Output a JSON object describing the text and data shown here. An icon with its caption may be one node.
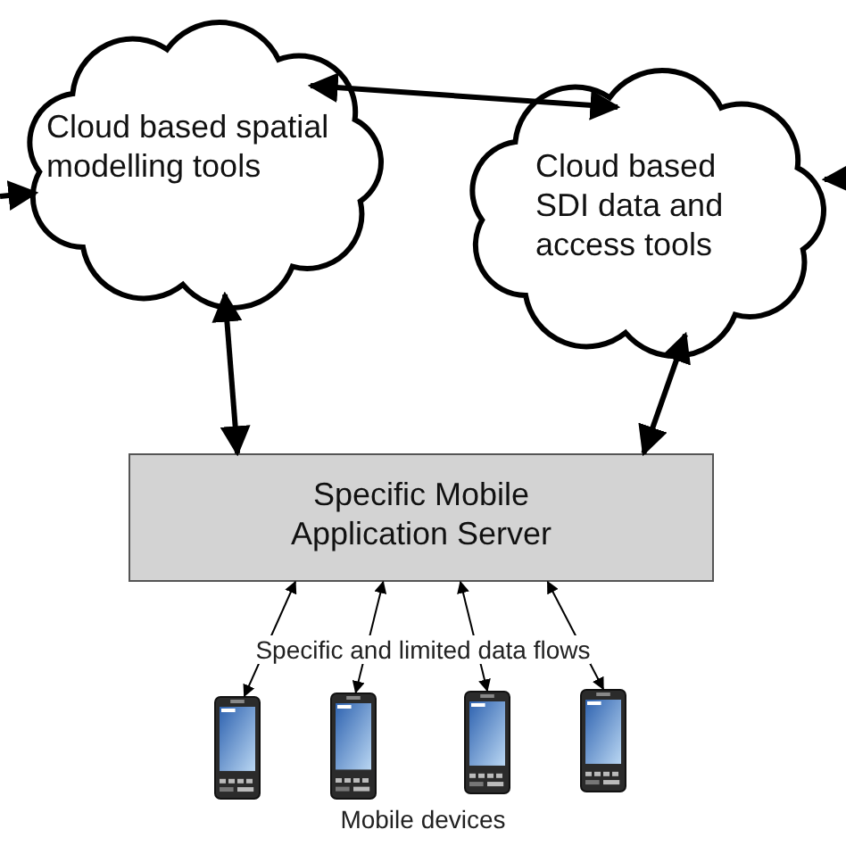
{
  "diagram": {
    "nodes": [
      {
        "text": [
          "Cloud based spatial modelling tools"
        ]
      },
      {
        "text": [
          "Cloud based SDI data and access tools"
        ]
      },
      {
        "text": [
          "Specific Mobile Application Server"
        ]
      },
      {
        "text": [],
        "shape": "phone"
      },
      {
        "text": [],
        "shape": "phone"
      },
      {
        "text": [],
        "shape": "phone"
      },
      {
        "text": [],
        "shape": "phone"
      }
    ],
    "edges": [
      {
        "from": 0,
        "to": 1,
        "arrow": "both"
      },
      {
        "from": null,
        "to": 0,
        "arrow": "to"
      },
      {
        "from": null,
        "to": 1,
        "arrow": "to"
      },
      {
        "from": 0,
        "to": 2,
        "arrow": "both"
      },
      {
        "from": 1,
        "to": 2,
        "arrow": "both"
      },
      {
        "from": 2,
        "to": 3,
        "arrow": "both"
      },
      {
        "from": 2,
        "to": 4,
        "arrow": "both"
      },
      {
        "from": 2,
        "to": 5,
        "arrow": "both"
      },
      {
        "from": 2,
        "to": 6,
        "arrow": "both"
      }
    ],
    "labels": [
      "Specific and limited data flows",
      "Mobile devices"
    ]
  }
}
